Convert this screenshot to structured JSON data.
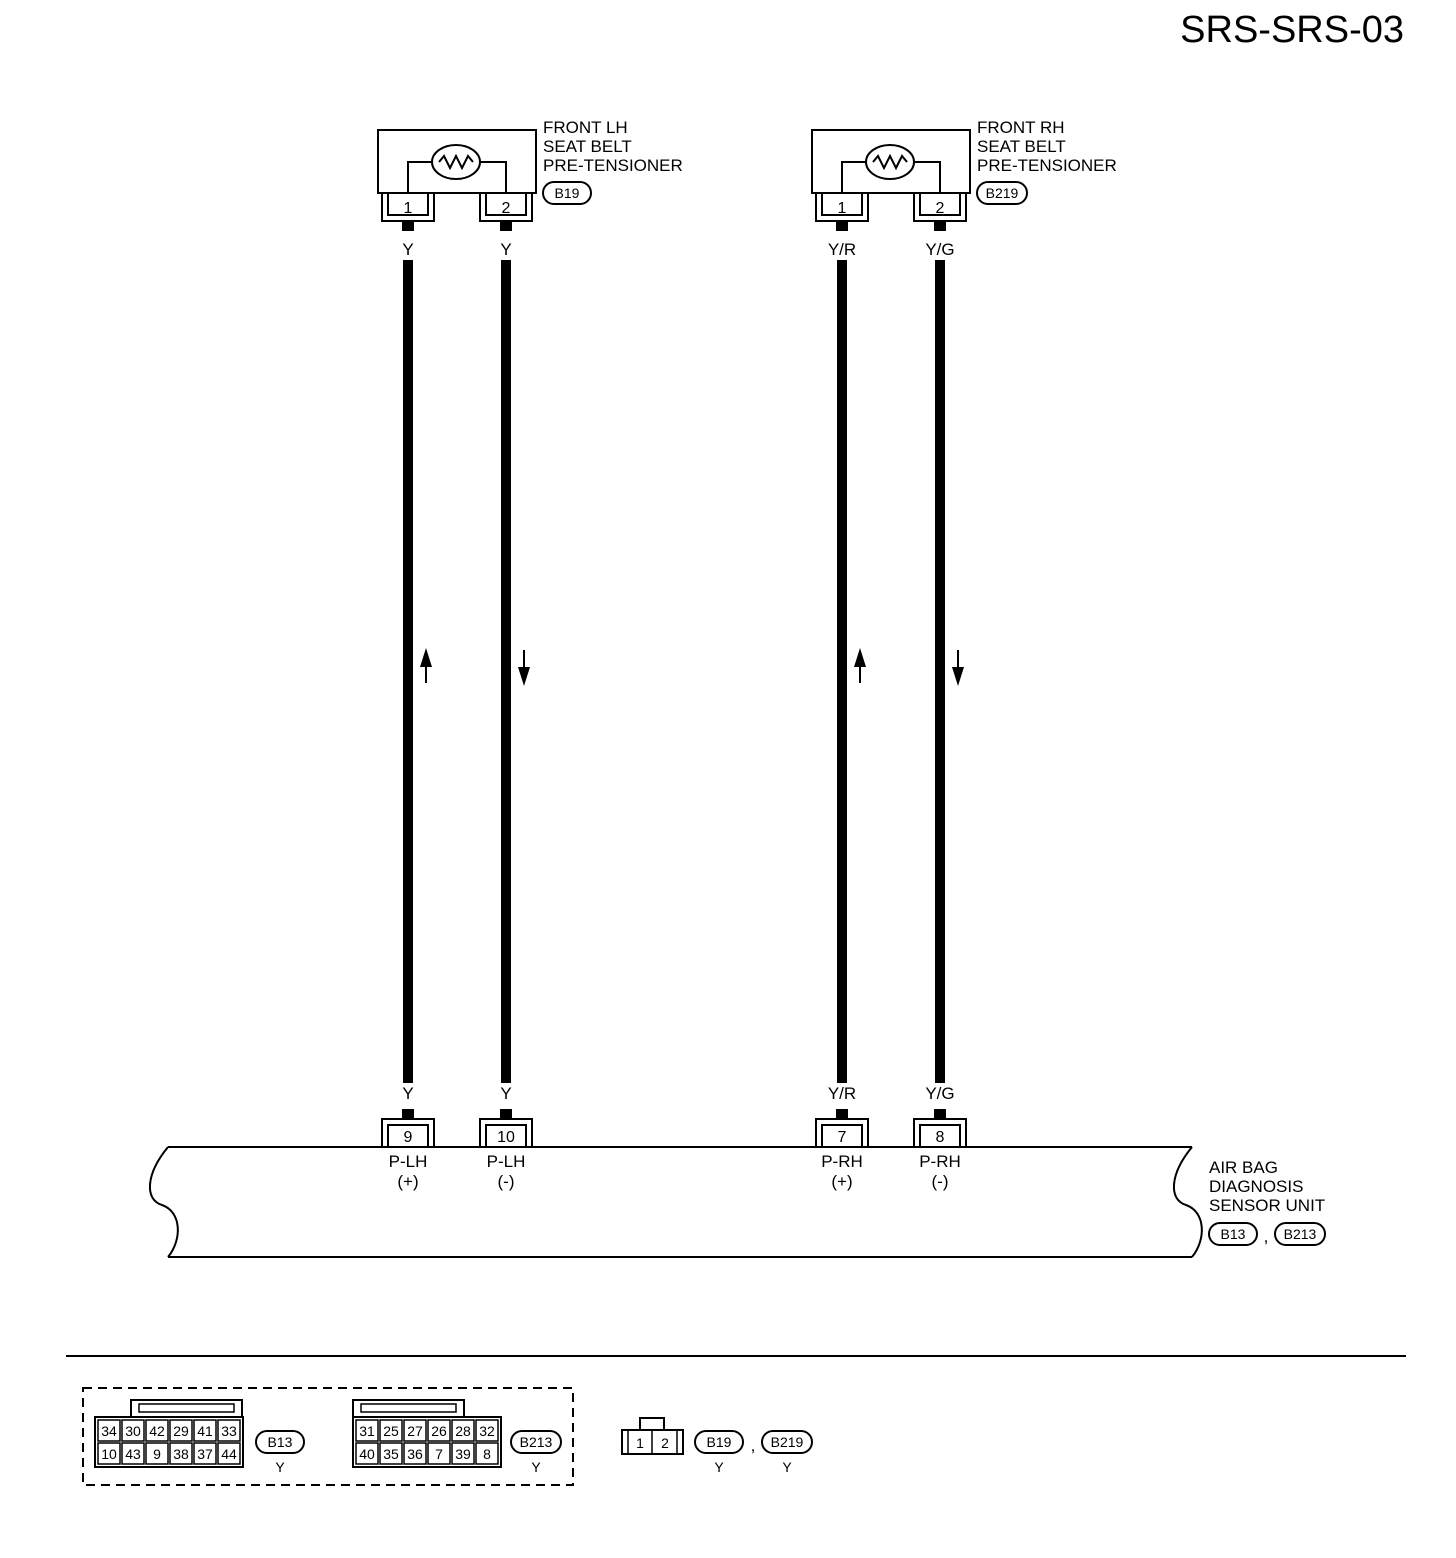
{
  "page": {
    "code": "SRS-SRS-03",
    "colors": {
      "ink": "#000000",
      "paper": "#ffffff"
    }
  },
  "lh_tensioner": {
    "name_line1": "FRONT LH",
    "name_line2": "SEAT BELT",
    "name_line3": "PRE-TENSIONER",
    "connector": "B19",
    "pin1": "1",
    "pin2": "2",
    "icon": "resistor-icon"
  },
  "rh_tensioner": {
    "name_line1": "FRONT RH",
    "name_line2": "SEAT BELT",
    "name_line3": "PRE-TENSIONER",
    "connector": "B219",
    "pin1": "1",
    "pin2": "2",
    "icon": "resistor-icon"
  },
  "wires": [
    {
      "color": "Y",
      "flow": "up"
    },
    {
      "color": "Y",
      "flow": "down"
    },
    {
      "color": "Y/R",
      "flow": "up"
    },
    {
      "color": "Y/G",
      "flow": "down"
    }
  ],
  "sensor_unit": {
    "name_line1": "AIR BAG",
    "name_line2": "DIAGNOSIS",
    "name_line3": "SENSOR UNIT",
    "connector1": "B13",
    "connector2": "B213",
    "separator": ",",
    "terminals": [
      {
        "pin": "9",
        "func": "P-LH",
        "pol": "(+)"
      },
      {
        "pin": "10",
        "func": "P-LH",
        "pol": "(-)"
      },
      {
        "pin": "7",
        "func": "P-RH",
        "pol": "(+)"
      },
      {
        "pin": "8",
        "func": "P-RH",
        "pol": "(-)"
      }
    ]
  },
  "connector_views": {
    "b13": {
      "id": "B13",
      "color": "Y",
      "row1": [
        "34",
        "30",
        "42",
        "29",
        "41",
        "33"
      ],
      "row2": [
        "10",
        "43",
        "9",
        "38",
        "37",
        "44"
      ]
    },
    "b213": {
      "id": "B213",
      "color": "Y",
      "row1": [
        "31",
        "25",
        "27",
        "26",
        "28",
        "32"
      ],
      "row2": [
        "40",
        "35",
        "36",
        "7",
        "39",
        "8"
      ]
    },
    "small": {
      "pins": [
        "1",
        "2"
      ],
      "id1": "B19",
      "color1": "Y",
      "separator": ",",
      "id2": "B219",
      "color2": "Y"
    }
  }
}
